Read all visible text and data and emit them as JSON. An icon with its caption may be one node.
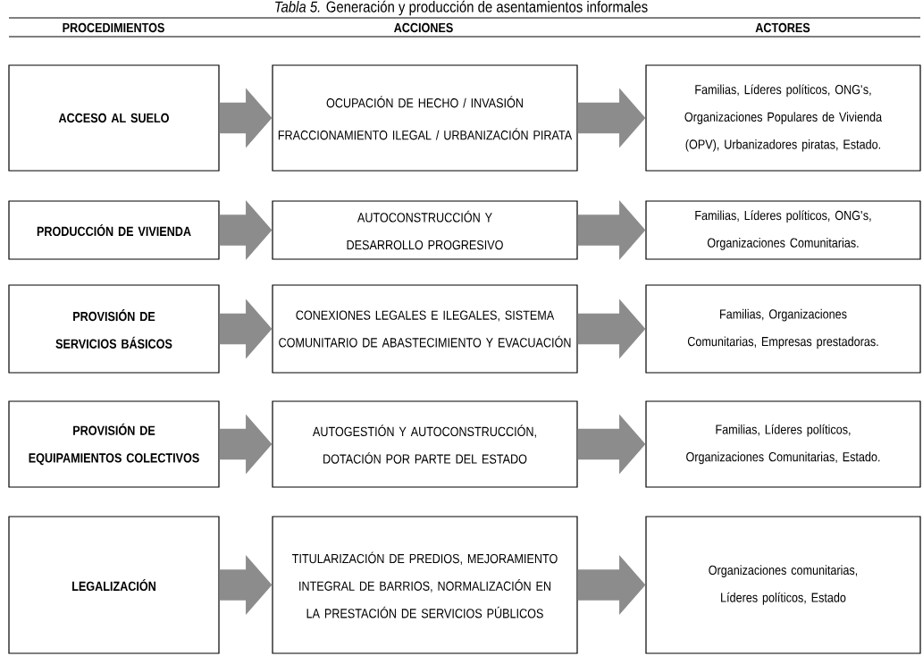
{
  "diagram": {
    "title": "*Tabla 5.* Generación y producción de asentamientos informales",
    "nodes": [
      {
        "text": [
          "ACCESO AL SUELO"
        ]
      },
      {
        "text": [
          "OCUPACIÓN DE HECHO / INVASIÓN",
          "FRACCIONAMIENTO ILEGAL / URBANIZACIÓN PIRATA"
        ]
      },
      {
        "text": [
          "Familias, Líderes políticos, ONG's, Organizaciones Populares de Vivienda (OPV), Urbanizadores piratas, Estado."
        ]
      },
      {
        "text": [
          "PRODUCCIÓN DE VIVIENDA"
        ]
      },
      {
        "text": [
          "AUTOCONSTRUCCIÓN Y DESARROLLO PROGRESIVO"
        ]
      },
      {
        "text": [
          "Familias, Líderes políticos, ONG's, Organizaciones Comunitarias."
        ]
      },
      {
        "text": [
          "PROVISIÓN DE SERVICIOS BÁSICOS"
        ]
      },
      {
        "text": [
          "CONEXIONES LEGALES E ILEGALES, SISTEMA COMUNITARIO DE ABASTECIMIENTO Y EVACUACIÓN"
        ]
      },
      {
        "text": [
          "Familias, Organizaciones Comunitarias, Empresas prestadoras."
        ]
      },
      {
        "text": [
          "PROVISIÓN DE EQUIPAMIENTOS COLECTIVOS"
        ]
      },
      {
        "text": [
          "AUTOGESTIÓN Y AUTOCONSTRUCCIÓN, DOTACIÓN POR PARTE DEL ESTADO"
        ]
      },
      {
        "text": [
          "Familias, Líderes políticos, Organizaciones Comunitarias, Estado."
        ]
      },
      {
        "text": [
          "LEGALIZACIÓN"
        ]
      },
      {
        "text": [
          "TITULARIZACIÓN DE PREDIOS, MEJORAMIENTO INTEGRAL DE BARRIOS, NORMALIZACIÓN EN LA PRESTACIÓN DE SERVICIOS PÚBLICOS"
        ]
      },
      {
        "text": [
          "Organizaciones comunitarias, Líderes políticos, Estado"
        ]
      }
    ],
    "edges": [
      {
        "from": 0,
        "to": 1,
        "arrow": "to"
      },
      {
        "from": 1,
        "to": 2,
        "arrow": "to"
      },
      {
        "from": 3,
        "to": 4,
        "arrow": "to"
      },
      {
        "from": 4,
        "to": 5,
        "arrow": "to"
      },
      {
        "from": 6,
        "to": 7,
        "arrow": "to"
      },
      {
        "from": 7,
        "to": 8,
        "arrow": "to"
      },
      {
        "from": 9,
        "to": 10,
        "arrow": "to"
      },
      {
        "from": 10,
        "to": 11,
        "arrow": "to"
      },
      {
        "from": 12,
        "to": 13,
        "arrow": "to"
      },
      {
        "from": 13,
        "to": 14,
        "arrow": "to"
      }
    ],
    "labels": [
      "PROCEDIMIENTOS",
      "ACCIONES",
      "ACTORES"
    ]
  }
}
